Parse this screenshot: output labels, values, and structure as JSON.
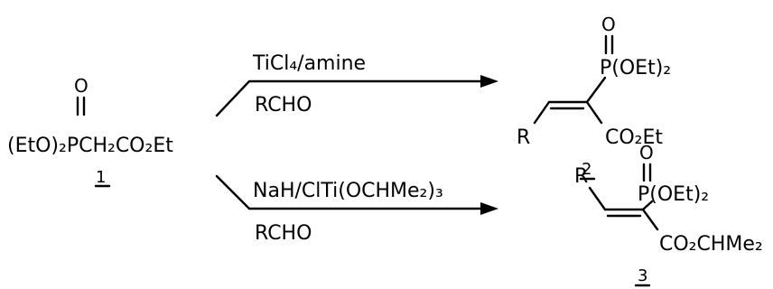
{
  "starting_material": {
    "formula": "(EtO)₂PCH₂CO₂Et",
    "oxygen": "O",
    "label": "1"
  },
  "reaction_upper": {
    "reagent_top": "TiCl₄/amine",
    "reagent_bottom": "RCHO"
  },
  "reaction_lower": {
    "reagent_top": "NaH/ClTi(OCHMe₂)₃",
    "reagent_bottom": "RCHO"
  },
  "product_2": {
    "oxygen": "O",
    "phosphonate": "P(OEt)₂",
    "substituent": "R",
    "ester": "CO₂Et",
    "label": "2"
  },
  "product_3": {
    "oxygen": "O",
    "phosphonate": "P(OEt)₂",
    "substituent": "R",
    "ester": "CO₂CHMe₂",
    "label": "3"
  }
}
